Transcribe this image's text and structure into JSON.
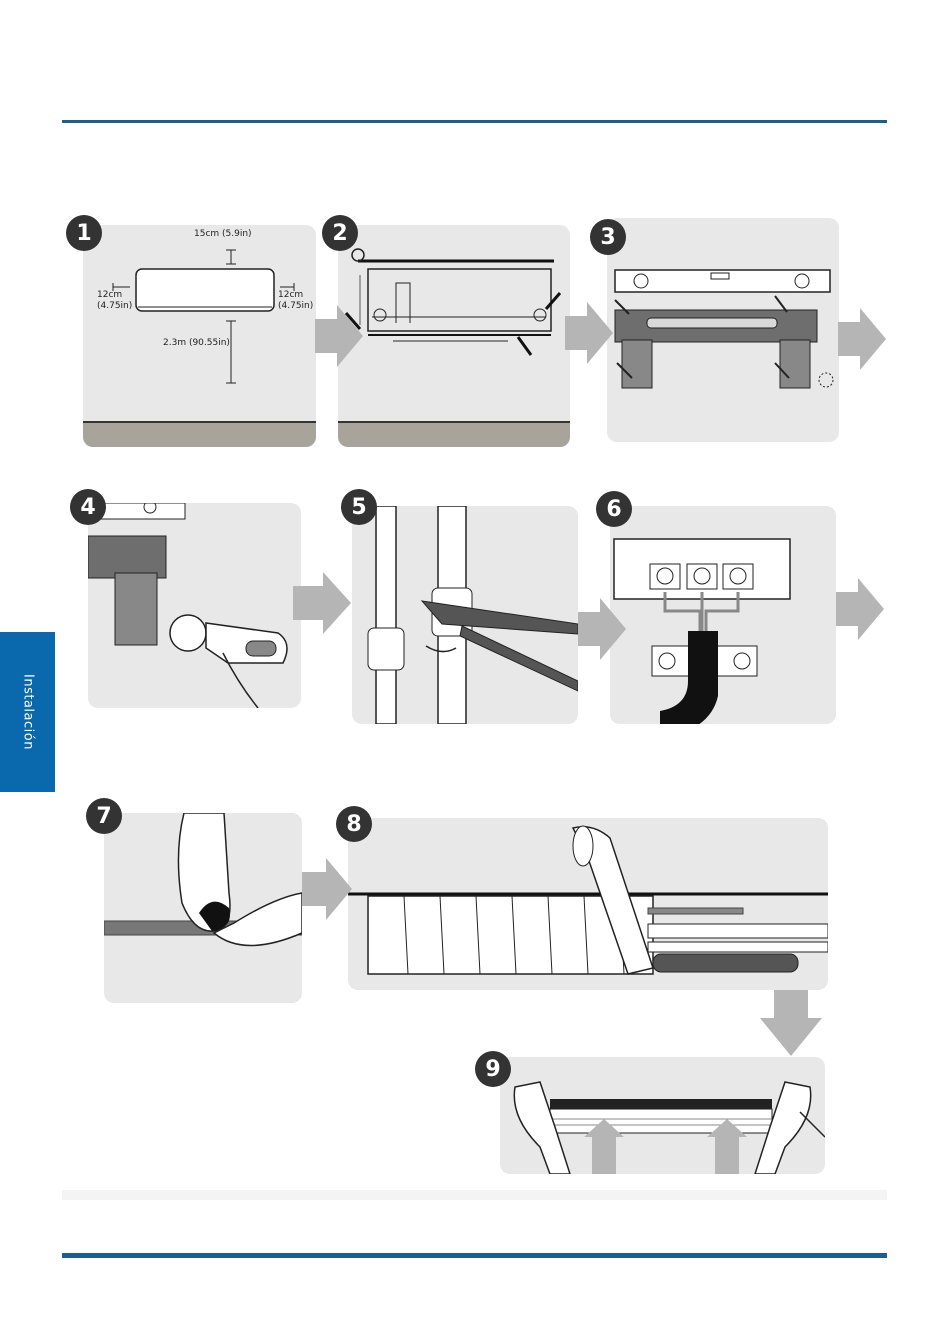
{
  "sidebar": {
    "section_label": "Instalación"
  },
  "step1": {
    "number": "1",
    "top_clearance": "15cm (5.9in)",
    "left_clearance_a": "12cm",
    "left_clearance_b": "(4.75in)",
    "right_clearance_a": "12cm",
    "right_clearance_b": "(4.75in)",
    "floor_clearance": "2.3m (90.55in)"
  },
  "steps": [
    "2",
    "3",
    "4",
    "5",
    "6",
    "7",
    "8",
    "9"
  ],
  "colors": {
    "accent": "#1a5f8f",
    "tab": "#0a68ad",
    "panel": "#e8e8e8",
    "floor": "#a8a49c",
    "arrow": "#b5b5b5",
    "badge": "#333333"
  }
}
